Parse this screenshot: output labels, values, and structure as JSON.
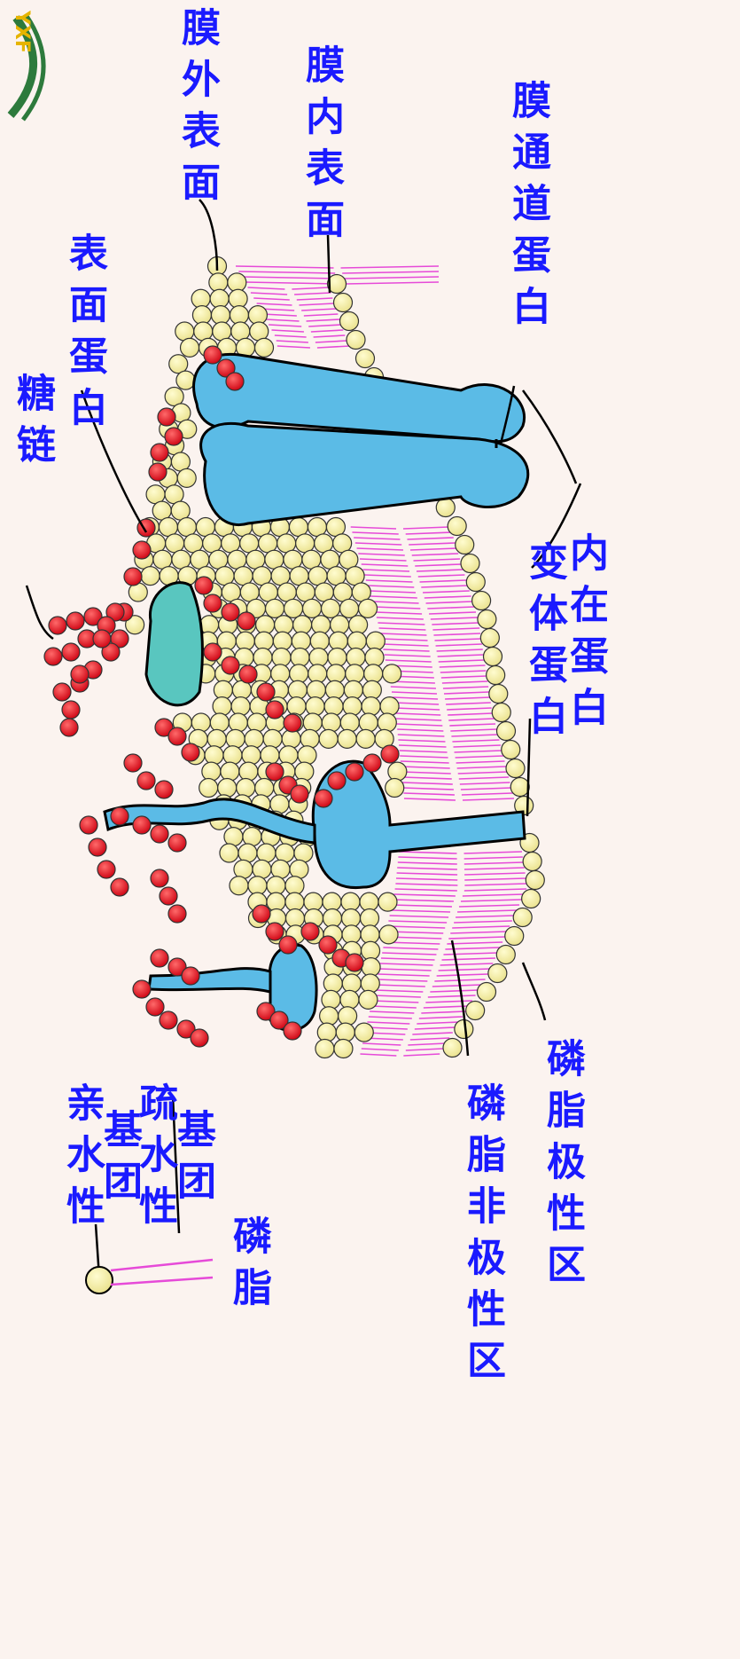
{
  "logo": {
    "text": "YXF"
  },
  "labels": {
    "sugar_chain": "糖链",
    "surface_protein": "表面蛋白",
    "outer_surface": "膜外表面",
    "inner_surface": "膜内表面",
    "channel_protein": "膜通道蛋白",
    "internal_protein": "内在蛋白",
    "allosteric_protein": "变体蛋白",
    "hydrophilic": "亲水性",
    "group1": "基团",
    "hydrophobic": "疏水性",
    "group2": "基团",
    "phospholipid": "磷脂",
    "nonpolar_region": "磷脂非极性区",
    "polar_region": "磷脂极性区"
  },
  "colors": {
    "label": "#1a1aff",
    "lipid_head": "#f4ee9a",
    "lipid_tail": "#e64ad8",
    "protein": "#5bbbe6",
    "glycoprotein": "#59c6bf",
    "sugar": "#e8202a",
    "background": "#fbf3ef"
  }
}
